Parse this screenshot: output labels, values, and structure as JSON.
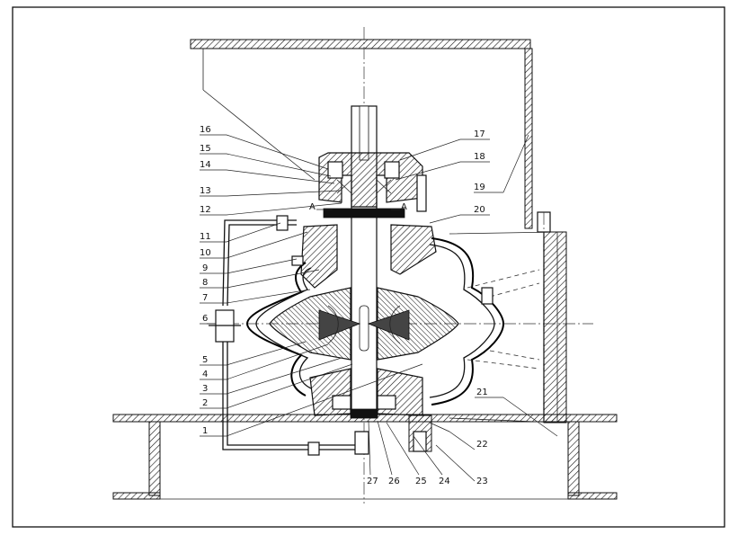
{
  "left_labels": [
    "16",
    "15",
    "14",
    "13",
    "12",
    "11",
    "10",
    "9",
    "8",
    "7",
    "6",
    "5",
    "4",
    "3",
    "2",
    "1"
  ],
  "right_labels": [
    "17",
    "18",
    "19",
    "20",
    "21",
    "22",
    "23"
  ],
  "bottom_labels": [
    "27",
    "26",
    "25",
    "24"
  ],
  "section_marks": [
    "A",
    "A"
  ]
}
